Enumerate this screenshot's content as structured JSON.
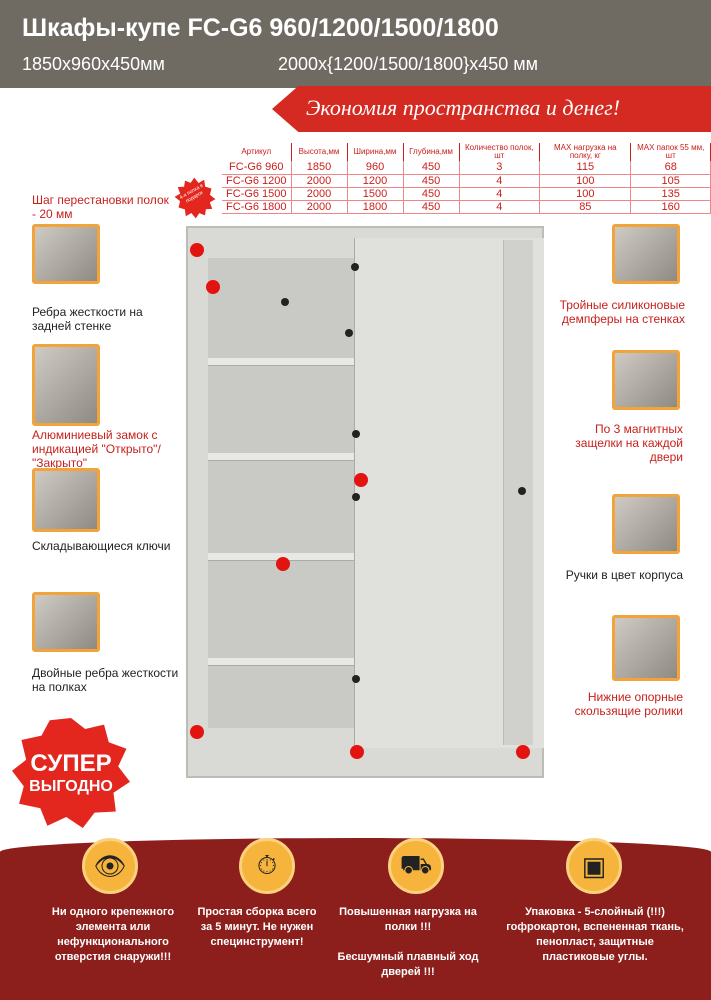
{
  "header": {
    "title": "Шкафы-купе FC-G6 960/1200/1500/1800",
    "dims1": "1850х960х450мм",
    "dims2": "2000х{1200/1500/1800}х450 мм"
  },
  "ribbon": "Экономия пространства и денег!",
  "badge": "4-я полка в подарок",
  "table": {
    "headers": [
      "Артикул",
      "Высота,мм",
      "Ширина,мм",
      "Глубина,мм",
      "Количество полок, шт",
      "MAX нагрузка на полку, кг",
      "MAX папок 55 мм, шт"
    ],
    "rows": [
      [
        "FC-G6 960",
        "1850",
        "960",
        "450",
        "3",
        "115",
        "68"
      ],
      [
        "FC-G6 1200",
        "2000",
        "1200",
        "450",
        "4",
        "100",
        "105"
      ],
      [
        "FC-G6 1500",
        "2000",
        "1500",
        "450",
        "4",
        "100",
        "135"
      ],
      [
        "FC-G6 1800",
        "2000",
        "1800",
        "450",
        "4",
        "85",
        "160"
      ]
    ]
  },
  "left": [
    "Шаг перестановки полок - 20 мм",
    "Ребра жесткости на задней стенке",
    "Алюминиевый замок с индикацией \"Открыто\"/ \"Закрыто\"",
    "Складывающиеся ключи",
    "Двойные ребра жесткости на полках"
  ],
  "right": [
    "Тройные силиконовые демпферы на стенках",
    "По 3 магнитных защелки на каждой двери",
    "Ручки в цвет корпуса",
    "Нижние опорные скользящие ролики"
  ],
  "super": [
    "СУПЕР",
    "ВЫГОДНО"
  ],
  "features": [
    "Ни одного крепежного элемента или нефункционального отверстия снаружи!!!",
    "Простая сборка всего за 5 минут. Не нужен специнструмент!",
    "Повышенная нагрузка на полки !!!",
    "Бесшумный плавный ход дверей !!!",
    "Упаковка - 5-слойный (!!!) гофрокартон, вспененная ткань, пенопласт, защитные пластиковые углы."
  ]
}
